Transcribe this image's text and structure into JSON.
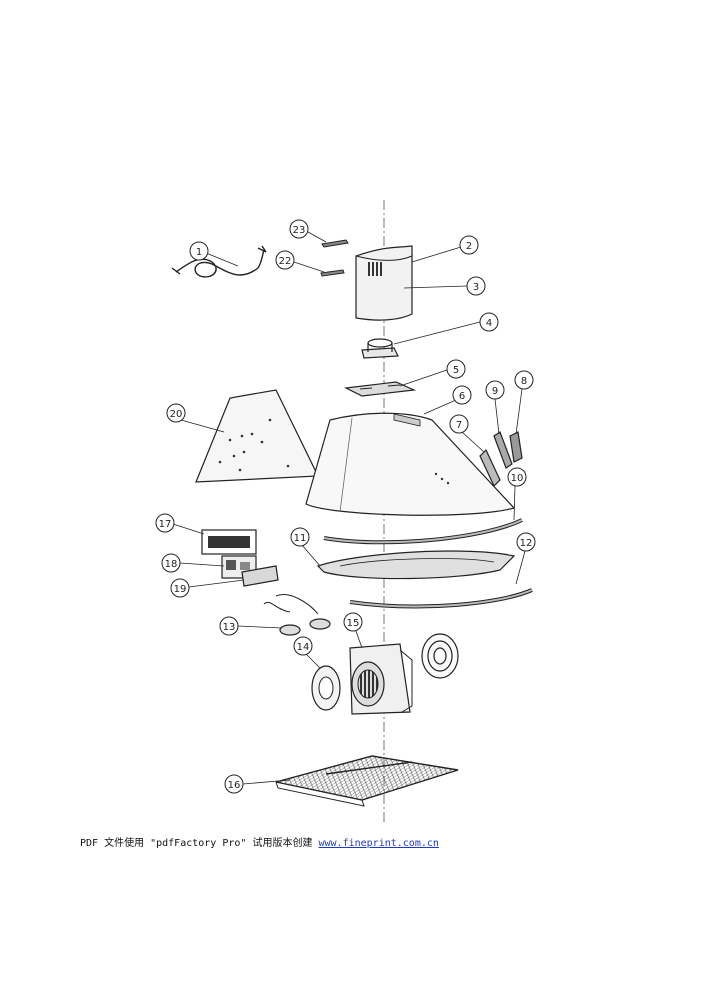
{
  "callouts": [
    {
      "id": "1",
      "label": "1"
    },
    {
      "id": "2",
      "label": "2"
    },
    {
      "id": "3",
      "label": "3"
    },
    {
      "id": "4",
      "label": "4"
    },
    {
      "id": "5",
      "label": "5"
    },
    {
      "id": "6",
      "label": "6"
    },
    {
      "id": "7",
      "label": "7"
    },
    {
      "id": "8",
      "label": "8"
    },
    {
      "id": "9",
      "label": "9"
    },
    {
      "id": "10",
      "label": "10"
    },
    {
      "id": "11",
      "label": "11"
    },
    {
      "id": "12",
      "label": "12"
    },
    {
      "id": "13",
      "label": "13"
    },
    {
      "id": "14",
      "label": "14"
    },
    {
      "id": "15",
      "label": "15"
    },
    {
      "id": "16",
      "label": "16"
    },
    {
      "id": "17",
      "label": "17"
    },
    {
      "id": "18",
      "label": "18"
    },
    {
      "id": "19",
      "label": "19"
    },
    {
      "id": "20",
      "label": "20"
    },
    {
      "id": "22",
      "label": "22"
    },
    {
      "id": "23",
      "label": "23"
    }
  ],
  "footer": {
    "prefix": "PDF 文件使用 \"pdfFactory Pro\" 试用版本创建 ",
    "link": "www.fineprint.com.cn"
  }
}
